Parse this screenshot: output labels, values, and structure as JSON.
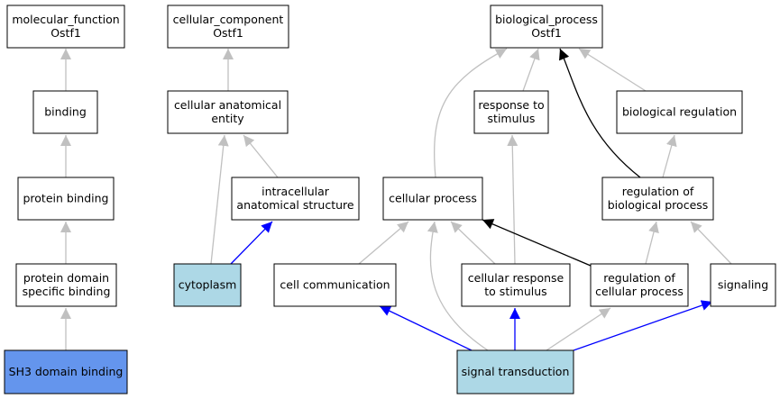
{
  "colors": {
    "default_fill": "#ffffff",
    "highlight_fill": "#add8e6",
    "focus_fill": "#6495ed",
    "edge_is_a": "#c0c0c0",
    "edge_part_of": "#0000ff",
    "edge_regulates": "#000000"
  },
  "nodes": [
    {
      "id": "molecular_function",
      "lines": [
        "molecular_function",
        "Ostf1"
      ],
      "fill": "default"
    },
    {
      "id": "binding",
      "lines": [
        "binding"
      ],
      "fill": "default"
    },
    {
      "id": "protein_binding",
      "lines": [
        "protein binding"
      ],
      "fill": "default"
    },
    {
      "id": "protein_domain_specific_binding",
      "lines": [
        "protein domain",
        "specific binding"
      ],
      "fill": "default"
    },
    {
      "id": "sh3_domain_binding",
      "lines": [
        "SH3 domain binding"
      ],
      "fill": "focus"
    },
    {
      "id": "cellular_component",
      "lines": [
        "cellular_component",
        "Ostf1"
      ],
      "fill": "default"
    },
    {
      "id": "cellular_anatomical_entity",
      "lines": [
        "cellular anatomical",
        "entity"
      ],
      "fill": "default"
    },
    {
      "id": "intracellular_anatomical_structure",
      "lines": [
        "intracellular",
        "anatomical structure"
      ],
      "fill": "default"
    },
    {
      "id": "cytoplasm",
      "lines": [
        "cytoplasm"
      ],
      "fill": "highlight"
    },
    {
      "id": "biological_process",
      "lines": [
        "biological_process",
        "Ostf1"
      ],
      "fill": "default"
    },
    {
      "id": "response_to_stimulus",
      "lines": [
        "response to",
        "stimulus"
      ],
      "fill": "default"
    },
    {
      "id": "biological_regulation",
      "lines": [
        "biological regulation"
      ],
      "fill": "default"
    },
    {
      "id": "cellular_process",
      "lines": [
        "cellular process"
      ],
      "fill": "default"
    },
    {
      "id": "regulation_of_biological_process",
      "lines": [
        "regulation of",
        "biological process"
      ],
      "fill": "default"
    },
    {
      "id": "cell_communication",
      "lines": [
        "cell communication"
      ],
      "fill": "default"
    },
    {
      "id": "cellular_response_to_stimulus",
      "lines": [
        "cellular response",
        "to stimulus"
      ],
      "fill": "default"
    },
    {
      "id": "regulation_of_cellular_process",
      "lines": [
        "regulation of",
        "cellular process"
      ],
      "fill": "default"
    },
    {
      "id": "signaling",
      "lines": [
        "signaling"
      ],
      "fill": "default"
    },
    {
      "id": "signal_transduction",
      "lines": [
        "signal transduction"
      ],
      "fill": "highlight"
    }
  ],
  "edges": [
    {
      "from": "binding",
      "to": "molecular_function",
      "type": "is_a"
    },
    {
      "from": "protein_binding",
      "to": "binding",
      "type": "is_a"
    },
    {
      "from": "protein_domain_specific_binding",
      "to": "protein_binding",
      "type": "is_a"
    },
    {
      "from": "sh3_domain_binding",
      "to": "protein_domain_specific_binding",
      "type": "is_a"
    },
    {
      "from": "cellular_anatomical_entity",
      "to": "cellular_component",
      "type": "is_a"
    },
    {
      "from": "intracellular_anatomical_structure",
      "to": "cellular_anatomical_entity",
      "type": "is_a"
    },
    {
      "from": "cytoplasm",
      "to": "cellular_anatomical_entity",
      "type": "is_a"
    },
    {
      "from": "cytoplasm",
      "to": "intracellular_anatomical_structure",
      "type": "part_of"
    },
    {
      "from": "cellular_process",
      "to": "biological_process",
      "type": "is_a"
    },
    {
      "from": "response_to_stimulus",
      "to": "biological_process",
      "type": "is_a"
    },
    {
      "from": "biological_regulation",
      "to": "biological_process",
      "type": "is_a"
    },
    {
      "from": "regulation_of_biological_process",
      "to": "biological_process",
      "type": "regulates"
    },
    {
      "from": "regulation_of_biological_process",
      "to": "biological_regulation",
      "type": "is_a"
    },
    {
      "from": "cell_communication",
      "to": "cellular_process",
      "type": "is_a"
    },
    {
      "from": "cellular_response_to_stimulus",
      "to": "cellular_process",
      "type": "is_a"
    },
    {
      "from": "cellular_response_to_stimulus",
      "to": "response_to_stimulus",
      "type": "is_a"
    },
    {
      "from": "regulation_of_cellular_process",
      "to": "cellular_process",
      "type": "regulates"
    },
    {
      "from": "regulation_of_cellular_process",
      "to": "regulation_of_biological_process",
      "type": "is_a"
    },
    {
      "from": "signaling",
      "to": "regulation_of_biological_process",
      "type": "is_a"
    },
    {
      "from": "signal_transduction",
      "to": "cell_communication",
      "type": "part_of"
    },
    {
      "from": "signal_transduction",
      "to": "cellular_process",
      "type": "is_a"
    },
    {
      "from": "signal_transduction",
      "to": "cellular_response_to_stimulus",
      "type": "part_of"
    },
    {
      "from": "signal_transduction",
      "to": "regulation_of_cellular_process",
      "type": "is_a"
    },
    {
      "from": "signal_transduction",
      "to": "signaling",
      "type": "part_of"
    }
  ]
}
